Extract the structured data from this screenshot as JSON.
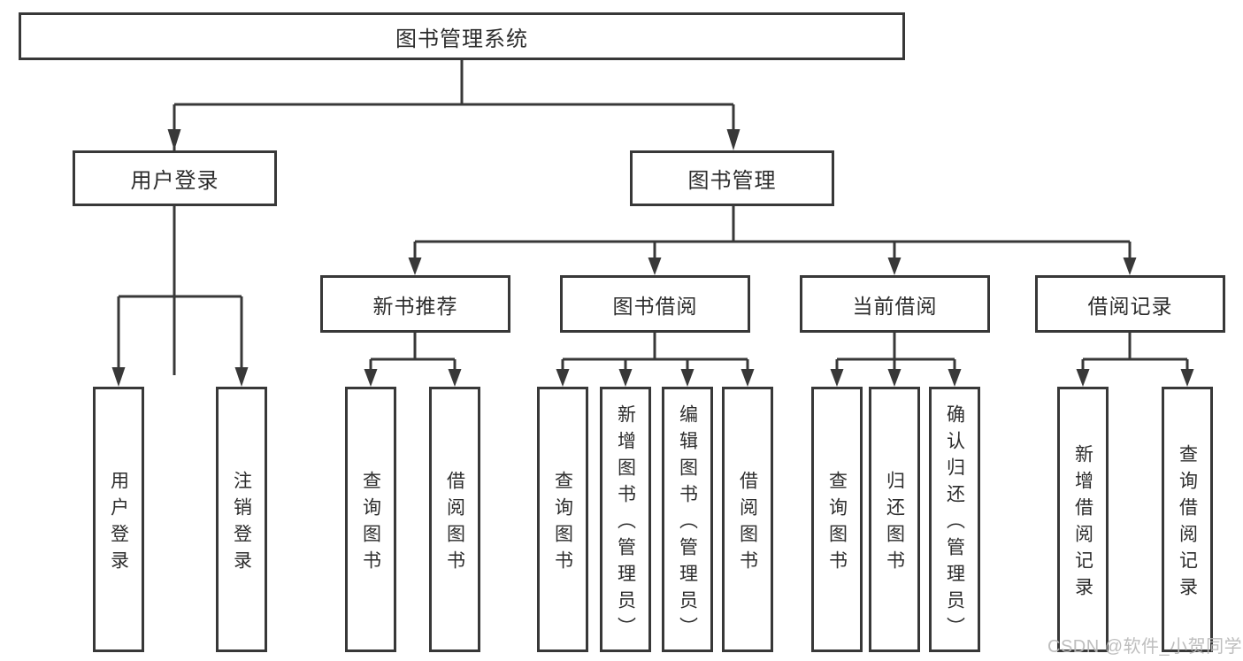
{
  "diagram": {
    "root": {
      "label": "图书管理系统"
    },
    "level2": [
      {
        "label": "用户登录"
      },
      {
        "label": "图书管理"
      }
    ],
    "level3": [
      {
        "label": "新书推荐"
      },
      {
        "label": "图书借阅"
      },
      {
        "label": "当前借阅"
      },
      {
        "label": "借阅记录"
      }
    ],
    "leaves": {
      "user_login": [
        "用户登录",
        "注销登录"
      ],
      "new_book_recommend": [
        "查询图书",
        "借阅图书"
      ],
      "book_borrow": [
        "查询图书",
        "新增图书（管理员）",
        "编辑图书（管理员）",
        "借阅图书"
      ],
      "current_borrow": [
        "查询图书",
        "归还图书",
        "确认归还（管理员）"
      ],
      "borrow_records": [
        "新增借阅记录",
        "查询借阅记录"
      ]
    },
    "watermark": "CSDN @软件_小贺同学",
    "colors": {
      "line": "#383838",
      "text": "#2d2d2d",
      "watermark": "#b8b8b8",
      "background": "#ffffff"
    }
  }
}
